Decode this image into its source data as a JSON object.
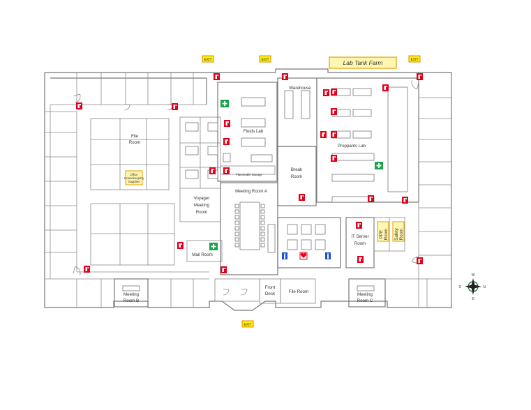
{
  "exits": [
    "EXIT",
    "EXIT",
    "EXIT",
    "EXIT"
  ],
  "lab_tank_farm": "Lab Tank Farm",
  "rooms": {
    "warehouse": "Warehouse",
    "fluids_lab": "Fluids Lab",
    "file_room_1": "File",
    "file_room_2": "Room",
    "office_supplies_1": "Office",
    "office_supplies_2": "Housekeeping",
    "office_supplies_3": "Supplies",
    "proppants_lab": "Proppants Lab",
    "flammable_storage": "Flammable Storage",
    "break_room_1": "Break",
    "break_room_2": "Room",
    "meeting_a": "Meeting Room A",
    "voyager_1": "Voyager",
    "voyager_2": "Meeting",
    "voyager_3": "Room",
    "it_server_1": "IT Server",
    "it_server_2": "Room",
    "ppe_1": "PPE",
    "ppe_2": "Room",
    "safety_1": "Safety",
    "safety_2": "Room",
    "mail_room": "Mail Room",
    "front_desk_1": "Front",
    "front_desk_2": "Desk",
    "file_room_bottom": "File Room",
    "meeting_b_1": "Meeting",
    "meeting_b_2": "Room B",
    "meeting_c_1": "Meeting",
    "meeting_c_2": "Room C"
  },
  "compass": {
    "n": "N",
    "s": "S",
    "e": "E",
    "w": "W"
  },
  "colors": {
    "exit_fill": "#fff200",
    "exit_stroke": "#e08a00",
    "extinguisher": "#e3001b",
    "first_aid": "#1aa34a",
    "restroom": "#1a4fd0",
    "supply_fill": "#fff6b0",
    "supply_stroke": "#e0a000",
    "compass": "#2e7d32"
  },
  "icons": [
    "fire-extinguisher-icon",
    "first-aid-icon",
    "restroom-icon",
    "aed-icon",
    "compass-icon",
    "exit-sign-icon"
  ]
}
